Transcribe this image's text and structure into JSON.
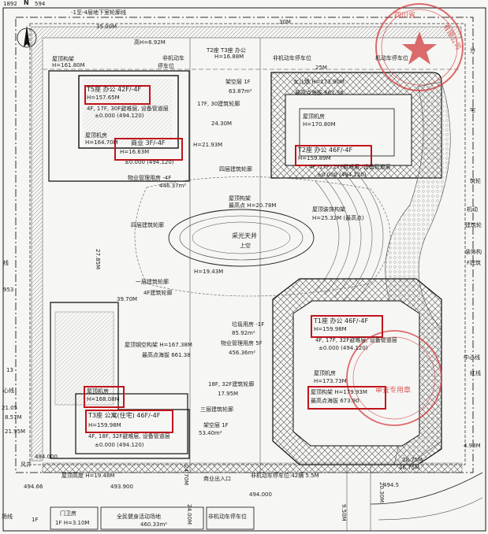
{
  "top_bar": {
    "coord": "1892",
    "coord2": "594",
    "north": "N",
    "basement_line": "-1至-4层地下室轮廓线",
    "dim_35": "35.00M",
    "high_6": "高H=6.92M",
    "dim_30": "30M",
    "entry_top": "T2座 T3座 办公",
    "h16": "H=16.88M",
    "nonmotor": "非机动车",
    "motor_left": "非机动车停车位",
    "motor_right": "机动车停车位",
    "motor_sub": "停车位",
    "dim_25": "25M",
    "right_label": "分"
  },
  "tower_t5": {
    "roof_label": "屋顶构架",
    "roof_h": "H=161.80M",
    "tower_name": "T5座 办公 42F/-4F",
    "tower_h": "H=157.65M",
    "floors_note": "4F, 17F, 30F避难层, 设备管道层",
    "elevation": "±0.000 (494.120)",
    "machine_room": "屋顶机房",
    "machine_h": "H=164.70M",
    "retail": "商业 3F/-4F",
    "retail_h": "H=16.63M",
    "retail_el": "±0.000 (494.120)",
    "mgmt": "物业管理用房 -4F",
    "mgmt_area": "446.37m²"
  },
  "labels_center": {
    "overhead": "架空层 1F",
    "overhead_area": "63.87m²",
    "corridor_17": "17F, 30建筑轮廓",
    "dim_24": "24.30M",
    "h21": "H=21.93M",
    "corridor_4f": "四层建筑轮廓",
    "roof_frame": "屋顶构架",
    "roof_frame_h": "H=20.78M",
    "top_point": "最高点",
    "top_point_val": "最高点 H=20.78M",
    "roof_deco": "屋顶装饰构架",
    "roof_deco_h": "H=25.32M (最高点)",
    "corridor_4f_b": "四层建筑轮廓",
    "atrium": "采光天井",
    "atrium_sub": "上空",
    "h19": "H=19.43M",
    "corridor_1f": "一层建筑轮廓",
    "corridor_4f_c": "4F建筑轮廓",
    "dim_397": "39.70M",
    "dim_278": "27.85M",
    "garbage": "垃圾用房 -1F",
    "garbage_area": "85.92m²",
    "mgmt5": "物业管理用房 5F",
    "mgmt5_area": "456.36m²",
    "roof_steel": "屋顶钢空构架 H=167.38M",
    "top_el": "最高点海拔 661.38",
    "corridor_18": "18F, 32F建筑轮廓",
    "dim_1795": "17.95M",
    "corridor_3f": "三层建筑轮廓",
    "overhead2": "架空层 1F",
    "overhead2_area": "53.40m²"
  },
  "tower_t2": {
    "parapet": "女儿墙 H=173.90M",
    "top_el": "最高点海拔 667.36",
    "machine": "屋顶机房",
    "machine_h": "H=170.80M",
    "tower_name": "T2座 办公 46F/-4F",
    "tower_h": "H=159.89M",
    "floors_note": "4F, 17F, 27F避难层, 设备管道层",
    "elevation": "±0.000 (494.120)"
  },
  "tower_t1": {
    "tower_name": "T1座 办公 46F/-4F",
    "tower_h": "H=159.98M",
    "floors_note": "4F, 17F, 32F避难层, 设备管道层",
    "elevation": "±0.000 (494.120)",
    "machine": "屋顶机房",
    "machine_h": "H=173.73M",
    "roof_frame": "屋顶构架 H=179.93M",
    "top_el": "最高点海拔 673.90"
  },
  "tower_t3": {
    "machine": "屋顶机房",
    "machine_h": "H=168.08M",
    "tower_name": "T3座 公寓(住宅) 46F/-4F",
    "tower_h": "H=159.98M",
    "floors_note": "4F, 18F, 32F避难层, 设备管道层",
    "elevation": "±0.000 (494.120)"
  },
  "left_side": {
    "lbl1": "线",
    "lbl2": "953",
    "lbl3": "13",
    "lbl4": "心线",
    "lbl5": "21.05",
    "lbl6": "8.57M",
    "lbl7": "21.95M",
    "lbl8": "风井",
    "lbl9": "场线",
    "lbl10": "1F"
  },
  "right_side": {
    "lbl1": "宅",
    "lbl2": "机动",
    "lbl3": "筑轮",
    "lbl4": "建筑轮",
    "lbl5": "装饰构",
    "lbl6": "F建筑",
    "lbl7": "中心线",
    "lbl8": "红线",
    "lbl9": "4.98M",
    "dim_2875": "28.75M",
    "dim_4675": "46.75M"
  },
  "bottom": {
    "el_494": "494.000",
    "roof_h": "屋顶高度 H=19.48M",
    "dim_2470": "24.70M",
    "entry": "商业出入口",
    "el_493": "493.900",
    "el_4946": "494.66",
    "nonmotor_row": "非机动车停车位:42辆 5.5M",
    "el_494b": "494.000",
    "el_494_5": "494.5",
    "guard": "门卫房",
    "guard_sub": "1F H=3.10M",
    "fitness": "全民健身活动场地",
    "fitness_area": "460.33m²",
    "motor_bottom": "非机动车停车位",
    "dim_2030": "20.30M",
    "dim_2400": "24.00M",
    "dim_950": "9.50M"
  },
  "stamp": {
    "arc_top": "四川省",
    "arc_side": "有限公司",
    "seal_text": "审查专用章"
  },
  "colors": {
    "line": "#1a1a1a",
    "highlight": "#c0131b",
    "stamp": "#d23c3c",
    "paper": "#f6f6f4"
  }
}
